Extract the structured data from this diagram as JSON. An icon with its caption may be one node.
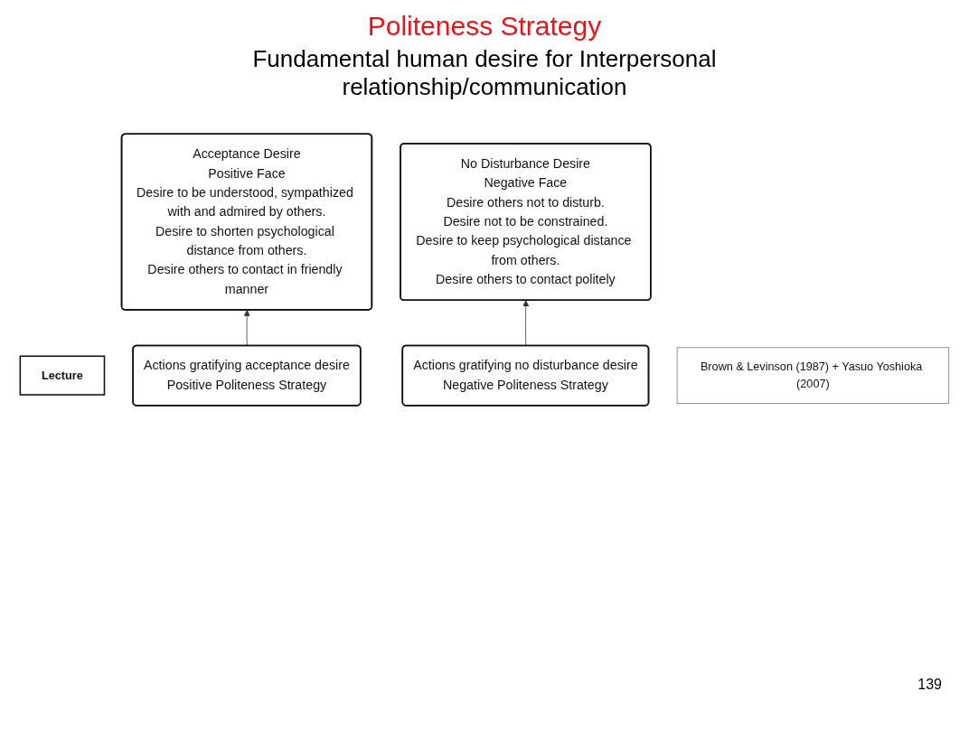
{
  "diagram": {
    "title": "Politeness Strategy",
    "nodes": [
      {
        "text": [
          "Lecture"
        ]
      },
      {
        "text": [
          "Acceptance Desire",
          "Positive Face",
          "Desire to be understood, sympathized with and admired by others.",
          "Desire to shorten psychological distance from others.",
          "Desire others to contact in friendly manner"
        ]
      },
      {
        "text": [
          "No Disturbance Desire",
          "Negative Face",
          "Desire others not to disturb.",
          "Desire not to be constrained.",
          "Desire to keep psychological distance from others.",
          "Desire others to contact politely"
        ]
      },
      {
        "text": [
          "Actions gratifying acceptance desire",
          "Positive Politeness Strategy"
        ]
      },
      {
        "text": [
          "Actions gratifying no disturbance desire",
          "Negative Politeness Strategy"
        ]
      },
      {
        "text": [
          "Brown & Levinson (1987) + Yasuo Yoshioka (2007)"
        ]
      }
    ],
    "edges": [
      {
        "from": 3,
        "to": 1,
        "arrow": "to"
      },
      {
        "from": 4,
        "to": 2,
        "arrow": "to"
      }
    ],
    "labels": [
      "Fundamental human desire for Interpersonal relationship/communication",
      "139"
    ]
  }
}
